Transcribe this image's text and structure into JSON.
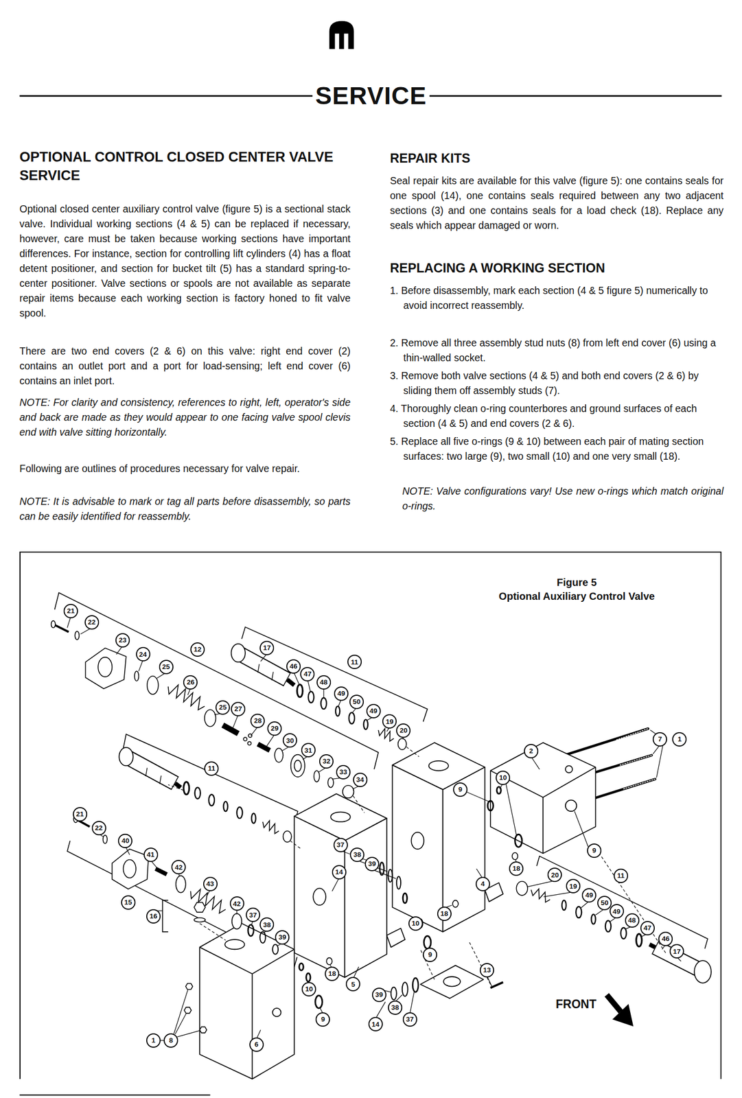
{
  "diagram": {
    "title": "SERVICE",
    "nodes": [
      {
        "text": [
          "Figure 5",
          "Optional Auxiliary Control Valve"
        ]
      },
      {
        "text": [
          "21"
        ],
        "in": 0
      },
      {
        "text": [
          "22"
        ],
        "in": 0
      },
      {
        "text": [
          "23"
        ],
        "in": 0
      },
      {
        "text": [
          "24"
        ],
        "in": 0
      },
      {
        "text": [
          "25"
        ],
        "in": 0
      },
      {
        "text": [
          "12"
        ],
        "in": 0
      },
      {
        "text": [
          "26"
        ],
        "in": 0
      },
      {
        "text": [
          "17"
        ],
        "in": 0
      },
      {
        "text": [
          "11"
        ],
        "in": 0
      },
      {
        "text": [
          "46"
        ],
        "in": 0
      },
      {
        "text": [
          "47"
        ],
        "in": 0
      },
      {
        "text": [
          "48"
        ],
        "in": 0
      },
      {
        "text": [
          "49"
        ],
        "in": 0
      },
      {
        "text": [
          "50"
        ],
        "in": 0
      },
      {
        "text": [
          "25"
        ],
        "in": 0
      },
      {
        "text": [
          "27"
        ],
        "in": 0
      },
      {
        "text": [
          "49"
        ],
        "in": 0
      },
      {
        "text": [
          "28"
        ],
        "in": 0
      },
      {
        "text": [
          "19"
        ],
        "in": 0
      },
      {
        "text": [
          "29"
        ],
        "in": 0
      },
      {
        "text": [
          "20"
        ],
        "in": 0
      },
      {
        "text": [
          "7"
        ],
        "in": 0
      },
      {
        "text": [
          "1"
        ],
        "in": 0
      },
      {
        "text": [
          "30"
        ],
        "in": 0
      },
      {
        "text": [
          "31"
        ],
        "in": 0
      },
      {
        "text": [
          "2"
        ],
        "in": 0
      },
      {
        "text": [
          "32"
        ],
        "in": 0
      },
      {
        "text": [
          "11"
        ],
        "in": 0
      },
      {
        "text": [
          "33"
        ],
        "in": 0
      },
      {
        "text": [
          "10"
        ],
        "in": 0
      },
      {
        "text": [
          "34"
        ],
        "in": 0
      },
      {
        "text": [
          "9"
        ],
        "in": 0
      },
      {
        "text": [
          "21"
        ],
        "in": 0
      },
      {
        "text": [
          "22"
        ],
        "in": 0
      },
      {
        "text": [
          "40"
        ],
        "in": 0
      },
      {
        "text": [
          "37"
        ],
        "in": 0
      },
      {
        "text": [
          "9"
        ],
        "in": 0
      },
      {
        "text": [
          "41"
        ],
        "in": 0
      },
      {
        "text": [
          "38"
        ],
        "in": 0
      },
      {
        "text": [
          "39"
        ],
        "in": 0
      },
      {
        "text": [
          "42"
        ],
        "in": 0
      },
      {
        "text": [
          "18"
        ],
        "in": 0
      },
      {
        "text": [
          "14"
        ],
        "in": 0
      },
      {
        "text": [
          "20"
        ],
        "in": 0
      },
      {
        "text": [
          "11"
        ],
        "in": 0
      },
      {
        "text": [
          "43"
        ],
        "in": 0
      },
      {
        "text": [
          "4"
        ],
        "in": 0
      },
      {
        "text": [
          "19"
        ],
        "in": 0
      },
      {
        "text": [
          "49"
        ],
        "in": 0
      },
      {
        "text": [
          "15"
        ],
        "in": 0
      },
      {
        "text": [
          "42"
        ],
        "in": 0
      },
      {
        "text": [
          "50"
        ],
        "in": 0
      },
      {
        "text": [
          "49"
        ],
        "in": 0
      },
      {
        "text": [
          "18"
        ],
        "in": 0
      },
      {
        "text": [
          "37"
        ],
        "in": 0
      },
      {
        "text": [
          "16"
        ],
        "in": 0
      },
      {
        "text": [
          "48"
        ],
        "in": 0
      },
      {
        "text": [
          "10"
        ],
        "in": 0
      },
      {
        "text": [
          "38"
        ],
        "in": 0
      },
      {
        "text": [
          "47"
        ],
        "in": 0
      },
      {
        "text": [
          "39"
        ],
        "in": 0
      },
      {
        "text": [
          "46"
        ],
        "in": 0
      },
      {
        "text": [
          "17"
        ],
        "in": 0
      },
      {
        "text": [
          "9"
        ],
        "in": 0
      },
      {
        "text": [
          "13"
        ],
        "in": 0
      },
      {
        "text": [
          "18"
        ],
        "in": 0
      },
      {
        "text": [
          "5"
        ],
        "in": 0
      },
      {
        "text": [
          "10"
        ],
        "in": 0
      },
      {
        "text": [
          "39"
        ],
        "in": 0
      },
      {
        "text": [
          "38"
        ],
        "in": 0
      },
      {
        "text": [
          "9"
        ],
        "in": 0
      },
      {
        "text": [
          "37"
        ],
        "in": 0
      },
      {
        "text": [
          "14"
        ],
        "in": 0
      },
      {
        "text": [
          "1"
        ],
        "in": 0
      },
      {
        "text": [
          "8"
        ],
        "in": 0
      },
      {
        "text": [
          "6"
        ],
        "in": 0
      }
    ],
    "labels": [
      "OPTIONAL CONTROL CLOSED CENTER VALVE SERVICE",
      "Optional closed center auxiliary control valve (figure 5) is a sectional stack valve. Individual working sections (4 & 5) can be replaced if necessary, however, care must be taken because working sections have important differences. For instance, section for controlling lift cylinders (4) has a float detent positioner, and section for bucket tilt (5) has a standard spring-to-center positioner. Valve sections or spools are not available as separate repair items because each working section is factory honed to fit valve spool.",
      "There are two end covers (2 & 6) on this valve: right end cover (2) contains an outlet port and a port for load-sensing; left end cover (6) contains an inlet port.",
      "NOTE: For clarity and consistency, references to right, left, operator's side and back are made as they would appear to one facing valve spool clevis end with valve sitting horizontally.",
      "Following are outlines of procedures necessary for valve repair.",
      "NOTE: It is advisable to mark or tag all parts before disassembly, so parts can be easily identified for reassembly.",
      "REPAIR KITS",
      "Seal repair kits are available for this valve (figure 5): one contains seals for one spool (14), one contains seals required between any two adjacent sections (3) and one contains seals for a load check (18). Replace any seals which appear damaged or worn.",
      "REPLACING A WORKING SECTION",
      "1. Before disassembly, mark each section (4 & 5 figure 5) numerically to avoid incorrect reassembly.",
      "2. Remove all three assembly stud nuts (8) from left end cover (6) using a thin-walled socket.",
      "3. Remove both valve sections (4 & 5) and both end covers (2 & 6) by sliding them off assembly studs (7).",
      "4. Thoroughly clean o-ring counterbores and ground surfaces of each section (4 & 5) and end covers (2 & 6).",
      "5. Replace all five o-rings (9 & 10) between each pair of mating section surfaces: two large (9), two small (10) and one very small (18).",
      "NOTE: Valve configurations vary! Use new o-rings which match original o-rings.",
      "FRONT"
    ]
  }
}
